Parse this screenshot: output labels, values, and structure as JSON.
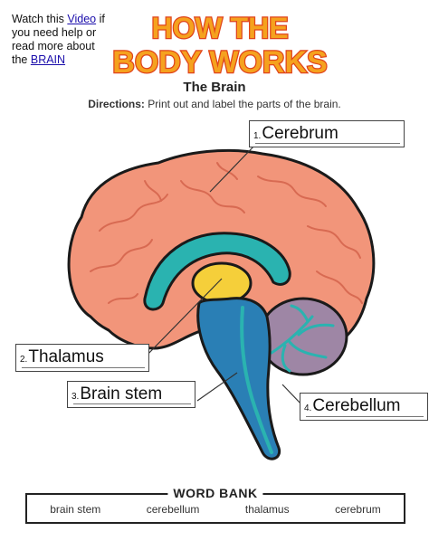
{
  "help": {
    "text_before": "Watch this ",
    "video_link": "Video",
    "text_middle": " if you need help or read more about the ",
    "brain_link": "BRAIN"
  },
  "logo": {
    "line1": "HOW THE",
    "line2": "BODY WORKS"
  },
  "worksheet": {
    "title": "The Brain",
    "directions_label": "Directions:",
    "directions_text": " Print out and label the parts of the brain."
  },
  "labels": [
    {
      "number": "1.",
      "text": "Cerebrum"
    },
    {
      "number": "2.",
      "text": "Thalamus"
    },
    {
      "number": "3.",
      "text": "Brain stem"
    },
    {
      "number": "4.",
      "text": "Cerebellum"
    }
  ],
  "word_bank": {
    "title": "WORD BANK",
    "words": [
      "brain stem",
      "cerebellum",
      "thalamus",
      "cerebrum"
    ]
  },
  "colors": {
    "cerebrum": "#f2957a",
    "cerebrum_dark": "#d86a52",
    "teal": "#2ab3b0",
    "thalamus": "#f5cf3a",
    "stem": "#2a7fb5",
    "cerebellum": "#9e86a5",
    "logo_fill": "#f5a21e",
    "logo_stroke": "#e0431b"
  }
}
